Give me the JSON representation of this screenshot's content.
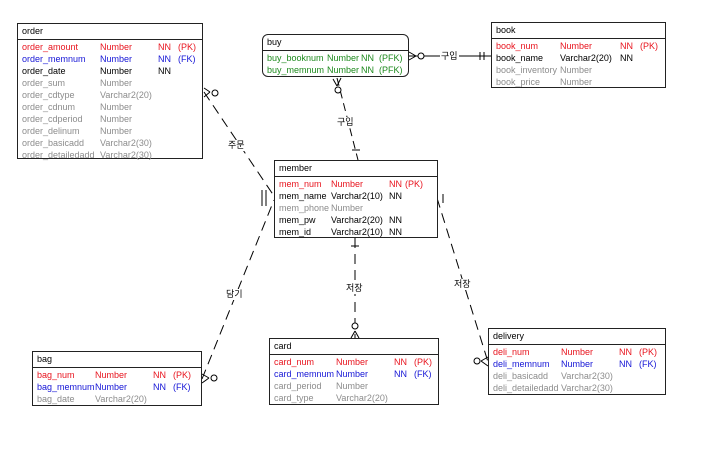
{
  "entities": {
    "order": {
      "title": "order",
      "rows": [
        {
          "name": "order_amount",
          "type": "Number",
          "nn": "NN",
          "key": "(PK)",
          "role": "pk"
        },
        {
          "name": "order_memnum",
          "type": "Number",
          "nn": "NN",
          "key": "(FK)",
          "role": "fk"
        },
        {
          "name": "order_date",
          "type": "Number",
          "nn": "NN",
          "key": "",
          "role": "plain"
        },
        {
          "name": "order_sum",
          "type": "Number",
          "nn": "",
          "key": "",
          "role": "dim"
        },
        {
          "name": "order_cdtype",
          "type": "Varchar2(20)",
          "nn": "",
          "key": "",
          "role": "dim"
        },
        {
          "name": "order_cdnum",
          "type": "Number",
          "nn": "",
          "key": "",
          "role": "dim"
        },
        {
          "name": "order_cdperiod",
          "type": "Number",
          "nn": "",
          "key": "",
          "role": "dim"
        },
        {
          "name": "order_delinum",
          "type": "Number",
          "nn": "",
          "key": "",
          "role": "dim"
        },
        {
          "name": "order_basicadd",
          "type": "Varchar2(30)",
          "nn": "",
          "key": "",
          "role": "dim"
        },
        {
          "name": "order_detailedadd",
          "type": "Varchar2(30)",
          "nn": "",
          "key": "",
          "role": "dim"
        }
      ]
    },
    "buy": {
      "title": "buy",
      "rows": [
        {
          "name": "buy_booknum",
          "type": "Number",
          "nn": "NN",
          "key": "(PFK)",
          "role": "pfk"
        },
        {
          "name": "buy_memnum",
          "type": "Number",
          "nn": "NN",
          "key": "(PFK)",
          "role": "pfk"
        }
      ]
    },
    "book": {
      "title": "book",
      "rows": [
        {
          "name": "book_num",
          "type": "Number",
          "nn": "NN",
          "key": "(PK)",
          "role": "pk"
        },
        {
          "name": "book_name",
          "type": "Varchar2(20)",
          "nn": "NN",
          "key": "",
          "role": "plain"
        },
        {
          "name": "book_inventory",
          "type": "Number",
          "nn": "",
          "key": "",
          "role": "dim"
        },
        {
          "name": "book_price",
          "type": "Number",
          "nn": "",
          "key": "",
          "role": "dim"
        }
      ]
    },
    "member": {
      "title": "member",
      "rows": [
        {
          "name": "mem_num",
          "type": "Number",
          "nn": "NN",
          "key": "(PK)",
          "role": "pk"
        },
        {
          "name": "mem_name",
          "type": "Varchar2(10)",
          "nn": "NN",
          "key": "",
          "role": "plain"
        },
        {
          "name": "mem_phone",
          "type": "Number",
          "nn": "",
          "key": "",
          "role": "dim"
        },
        {
          "name": "mem_pw",
          "type": "Varchar2(20)",
          "nn": "NN",
          "key": "",
          "role": "plain"
        },
        {
          "name": "mem_id",
          "type": "Varchar2(10)",
          "nn": "NN",
          "key": "",
          "role": "plain"
        }
      ]
    },
    "bag": {
      "title": "bag",
      "rows": [
        {
          "name": "bag_num",
          "type": "Number",
          "nn": "NN",
          "key": "(PK)",
          "role": "pk"
        },
        {
          "name": "bag_memnum",
          "type": "Number",
          "nn": "NN",
          "key": "(FK)",
          "role": "fk"
        },
        {
          "name": "bag_date",
          "type": "Varchar2(20)",
          "nn": "",
          "key": "",
          "role": "dim"
        }
      ]
    },
    "card": {
      "title": "card",
      "rows": [
        {
          "name": "card_num",
          "type": "Number",
          "nn": "NN",
          "key": "(PK)",
          "role": "pk"
        },
        {
          "name": "card_memnum",
          "type": "Number",
          "nn": "NN",
          "key": "(FK)",
          "role": "fk"
        },
        {
          "name": "card_period",
          "type": "Number",
          "nn": "",
          "key": "",
          "role": "dim"
        },
        {
          "name": "card_type",
          "type": "Varchar2(20)",
          "nn": "",
          "key": "",
          "role": "dim"
        }
      ]
    },
    "delivery": {
      "title": "delivery",
      "rows": [
        {
          "name": "deli_num",
          "type": "Number",
          "nn": "NN",
          "key": "(PK)",
          "role": "pk"
        },
        {
          "name": "deli_memnum",
          "type": "Number",
          "nn": "NN",
          "key": "(FK)",
          "role": "fk"
        },
        {
          "name": "deli_basicadd",
          "type": "Varchar2(30)",
          "nn": "",
          "key": "",
          "role": "dim"
        },
        {
          "name": "deli_detailedadd",
          "type": "Varchar2(30)",
          "nn": "",
          "key": "",
          "role": "dim"
        }
      ]
    }
  },
  "relationships": {
    "buy_book": "구입",
    "buy_member": "구입",
    "order_member": "주문",
    "bag_member": "담기",
    "card_member": "저장",
    "delivery_member": "저장"
  },
  "colors": {
    "pk": "#e8141e",
    "fk": "#1515d6",
    "pfk": "#1d8a1d",
    "attribute": "#8c8c8c",
    "line": "#000000"
  }
}
